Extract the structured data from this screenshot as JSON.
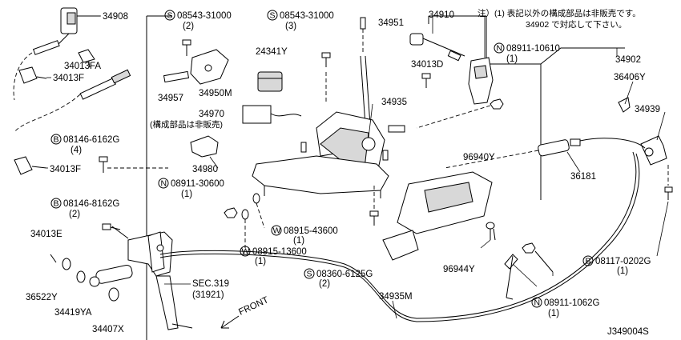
{
  "note": {
    "line1": "注）(1) 表記以外の構成部品は非販売です。",
    "line2": "34902 で対応して下さい。"
  },
  "diagram_id": "J349004S",
  "front_label": "FRONT",
  "labels": {
    "p34908": "34908",
    "p34013FA": "34013FA",
    "p34013F_a": "34013F",
    "p34013F_b": "34013F",
    "p34013E": "34013E",
    "p36522Y": "36522Y",
    "p34419YA": "34419YA",
    "p34407X": "34407X",
    "b08146_6162G": "08146-6162G",
    "b08146_6162G_qty": "(4)",
    "b08146_8162G": "08146-8162G",
    "b08146_8162G_qty": "(2)",
    "s08543_a": "08543-31000",
    "s08543_a_qty": "(2)",
    "s08543_b": "08543-31000",
    "s08543_b_qty": "(3)",
    "p34951": "34951",
    "p34910": "34910",
    "p24341Y": "24341Y",
    "p34957": "34957",
    "p34950M": "34950M",
    "p34013D": "34013D",
    "p34935": "34935",
    "p34970": "34970",
    "p34970_note": "(構成部品は非販売)",
    "p34980": "34980",
    "n08911_30600": "08911-30600",
    "n08911_30600_qty": "(1)",
    "w08915_43600": "08915-43600",
    "w08915_43600_qty": "(1)",
    "w08915_13600": "08915-13600",
    "w08915_13600_qty": "(1)",
    "s08360_6125G": "08360-6125G",
    "s08360_6125G_qty": "(2)",
    "p96940Y": "96940Y",
    "p96944Y": "96944Y",
    "n08911_10610": "08911-10610",
    "n08911_10610_qty": "(1)",
    "p34902": "34902",
    "p36406Y": "36406Y",
    "p34939": "34939",
    "p36181": "36181",
    "b08117_0202G": "08117-0202G",
    "b08117_0202G_qty": "(1)",
    "n08911_1062G": "08911-1062G",
    "n08911_1062G_qty": "(1)",
    "p34935M": "34935M",
    "sec319": "SEC.319",
    "sec319_sub": "(31921)"
  },
  "prefix_symbols": {
    "bolt": "B",
    "screw": "S",
    "nut": "N",
    "washer": "W"
  }
}
